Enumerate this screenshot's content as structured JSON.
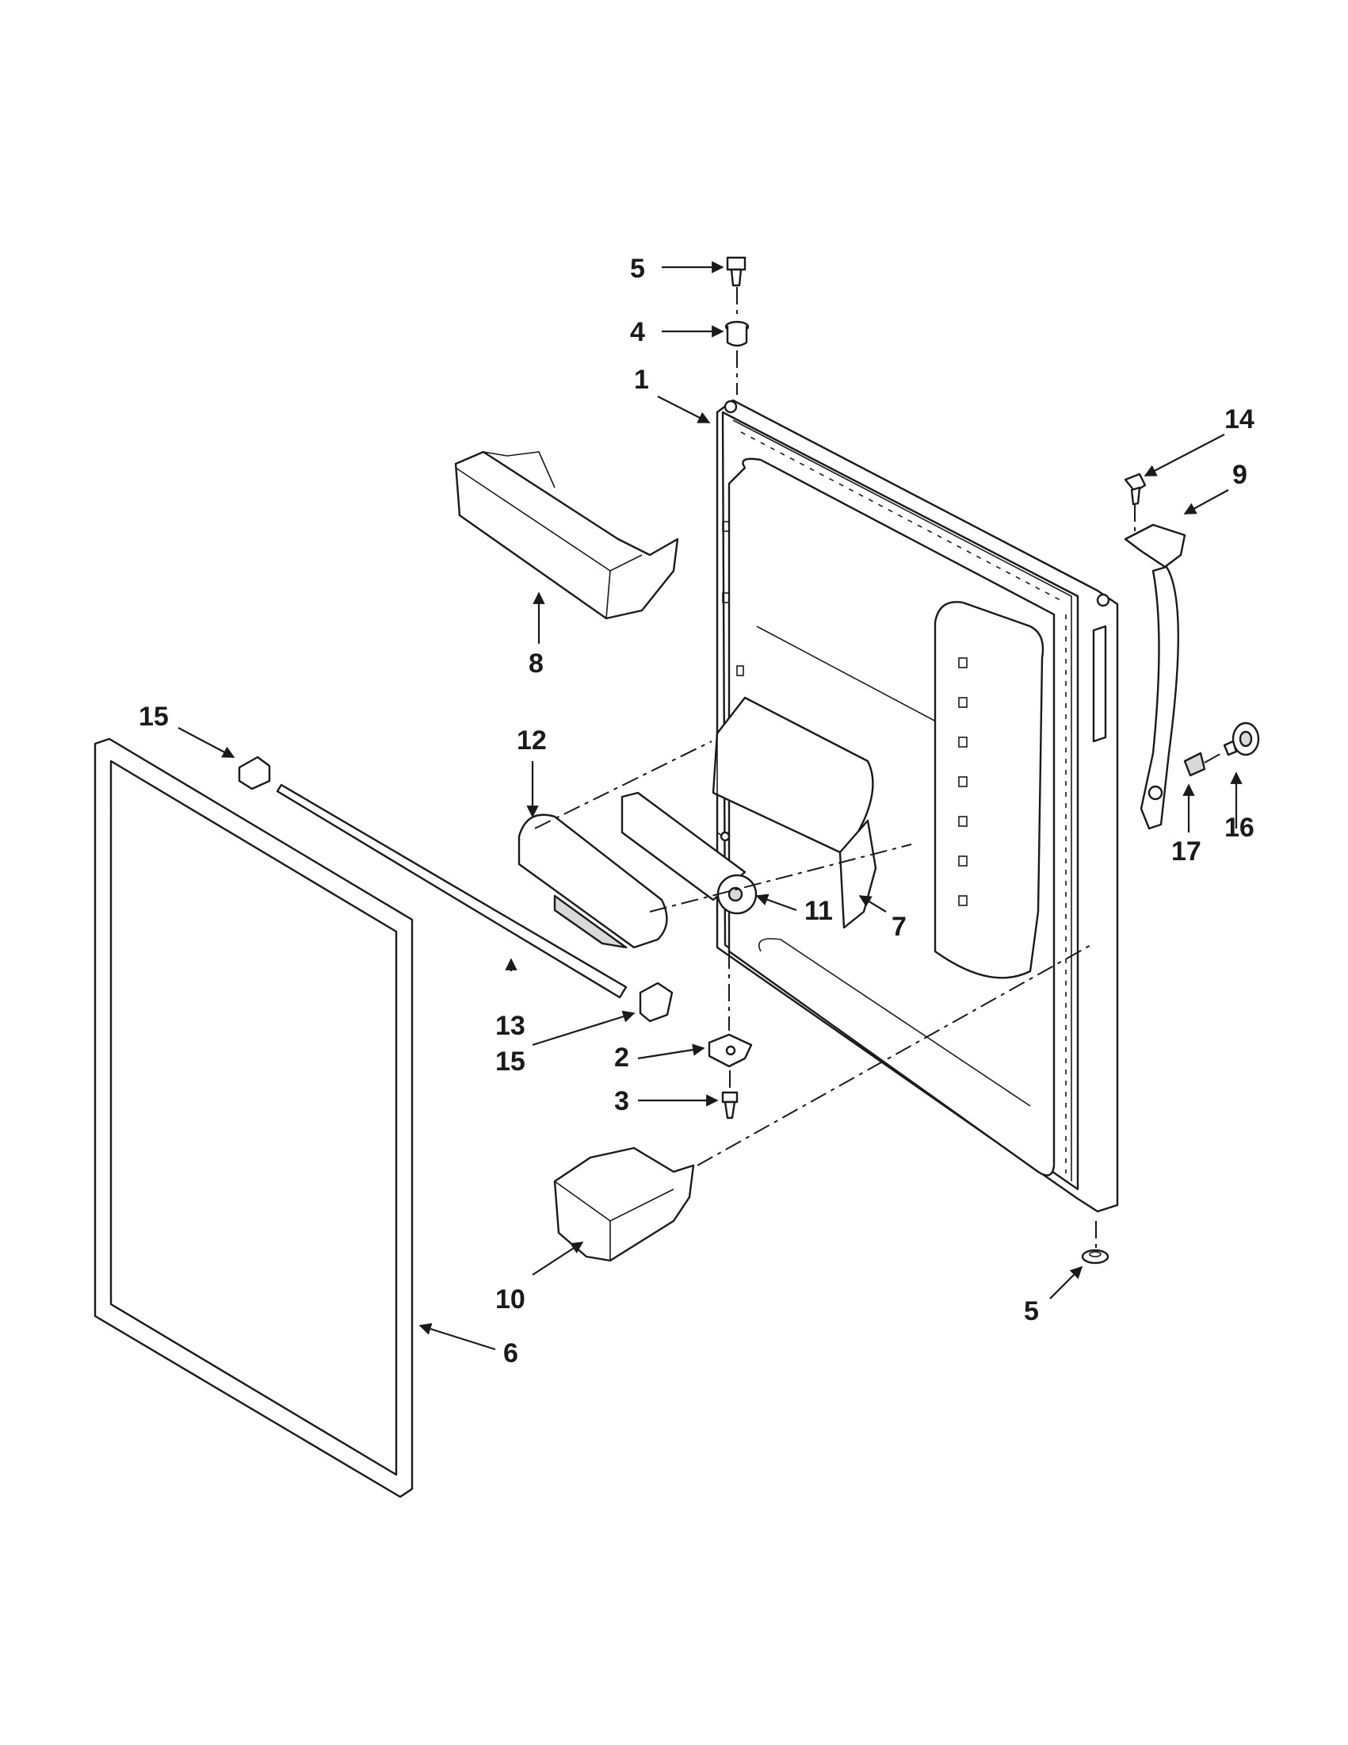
{
  "callouts": {
    "c1": "1",
    "c2": "2",
    "c3": "3",
    "c4": "4",
    "c5_top": "5",
    "c5_bottom": "5",
    "c6": "6",
    "c7": "7",
    "c8": "8",
    "c9": "9",
    "c10": "10",
    "c11": "11",
    "c12": "12",
    "c13": "13",
    "c14": "14",
    "c15_top": "15",
    "c15_bottom": "15",
    "c16": "16",
    "c17": "17"
  },
  "colors": {
    "line": "#1a1a1a",
    "shade": "#d9d9d9",
    "background": "#ffffff"
  }
}
